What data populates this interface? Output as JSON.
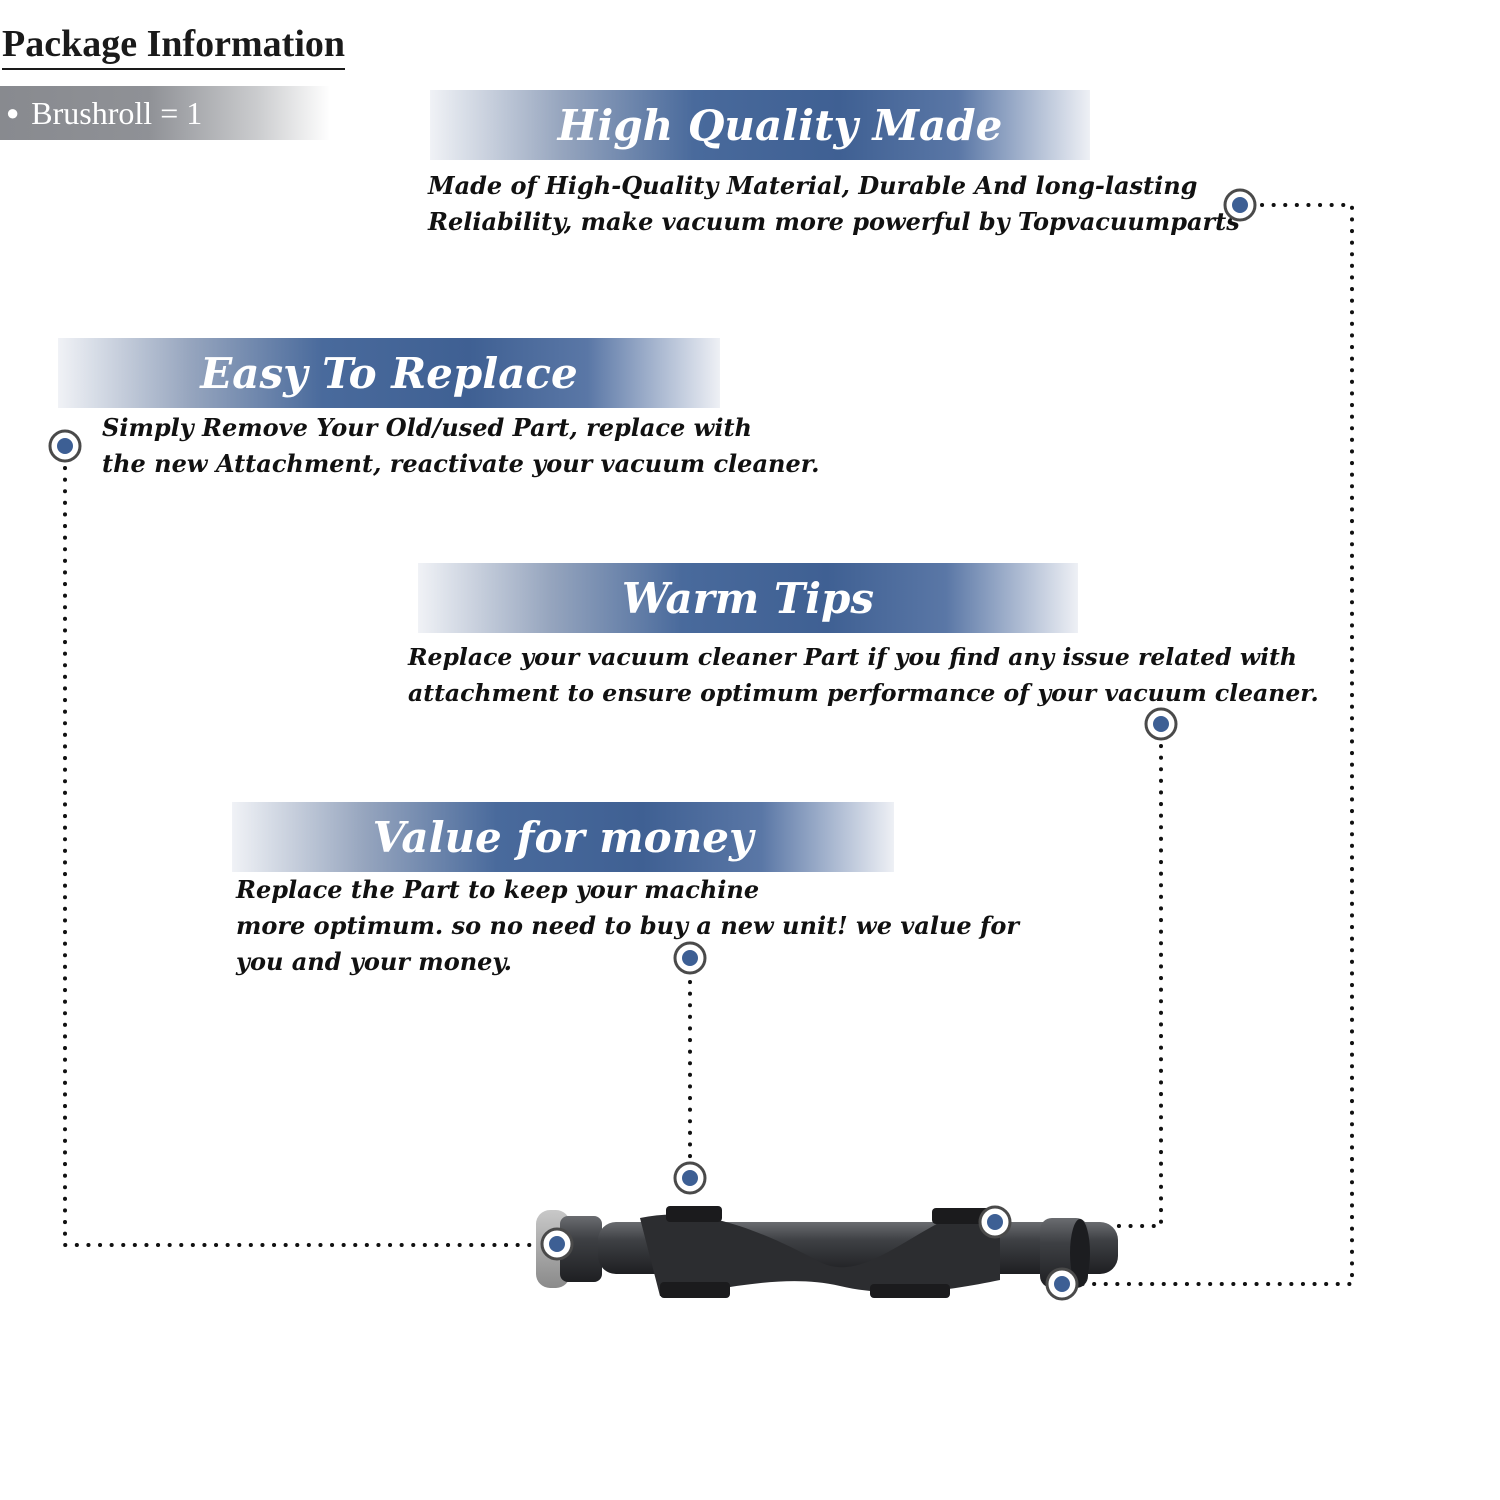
{
  "package": {
    "title": "Package Information",
    "items": [
      {
        "label": "Brushroll = 1"
      }
    ]
  },
  "features": [
    {
      "title": "High Quality Made",
      "lines": [
        "Made of  High-Quality Material, Durable And long-lasting",
        "Reliability, make vacuum more powerful by Topvacuumparts"
      ]
    },
    {
      "title": "Easy To Replace",
      "lines": [
        "Simply Remove Your Old/used Part, replace with",
        "the new Attachment, reactivate your vacuum cleaner."
      ]
    },
    {
      "title": "Warm Tips",
      "lines": [
        "Replace your vacuum cleaner Part if you find any issue related with",
        " attachment to ensure optimum performance of your vacuum cleaner."
      ]
    },
    {
      "title": "Value for money",
      "lines": [
        "Replace the Part to keep your machine",
        "more optimum. so no need to buy a new unit! we value for",
        "you and your money."
      ]
    }
  ],
  "colors": {
    "banner_blue": "#3f6093",
    "marker_blue": "#3d5f94",
    "marker_ring": "#4a4a4a",
    "package_gray": "#8f9196",
    "brush_body": "#3a3c40"
  },
  "icons": {
    "callout_marker": "target-dot-icon",
    "product": "brushroll-icon"
  }
}
